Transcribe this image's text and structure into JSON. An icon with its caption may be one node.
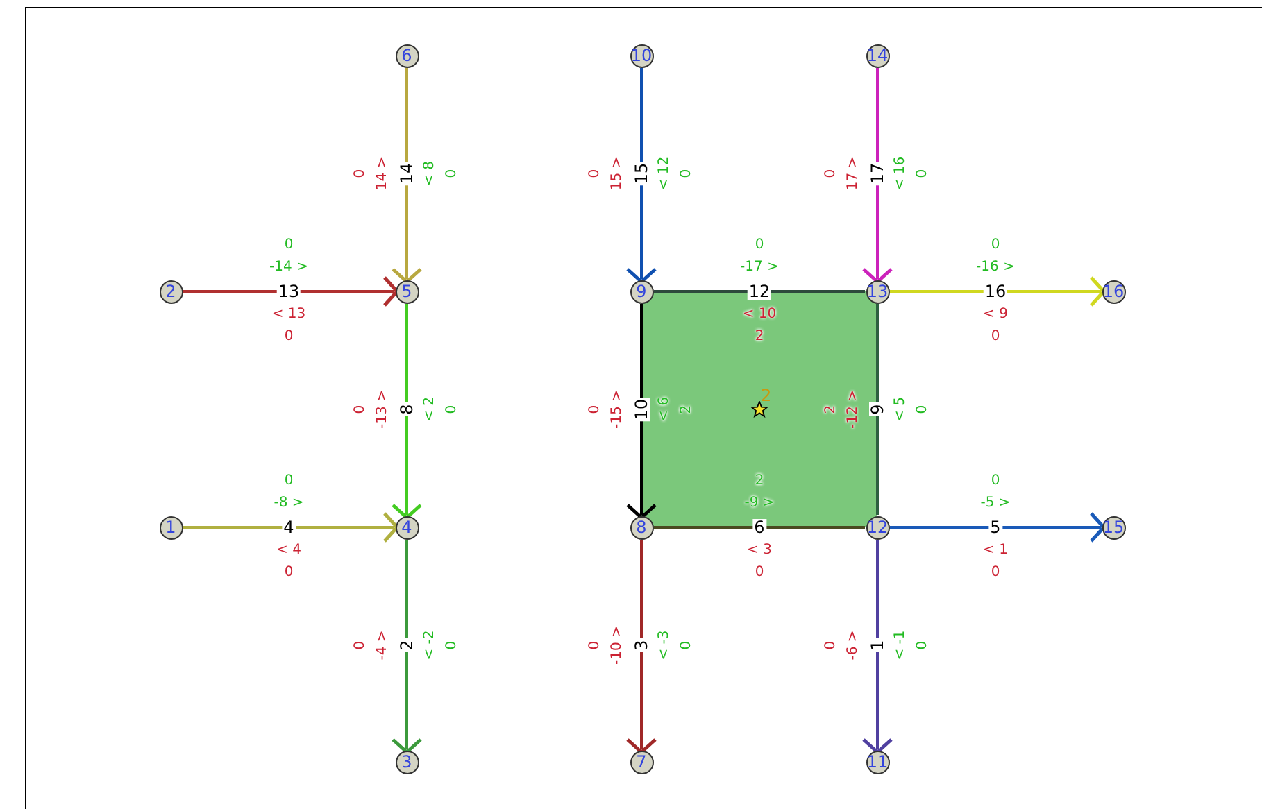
{
  "diagram": {
    "nodes": [
      {
        "text": [
          "1"
        ]
      },
      {
        "text": [
          "2"
        ]
      },
      {
        "text": [
          "3"
        ]
      },
      {
        "text": [
          "4"
        ]
      },
      {
        "text": [
          "5"
        ]
      },
      {
        "text": [
          "6"
        ]
      },
      {
        "text": [
          "7"
        ]
      },
      {
        "text": [
          "8"
        ]
      },
      {
        "text": [
          "9"
        ]
      },
      {
        "text": [
          "10"
        ]
      },
      {
        "text": [
          "11"
        ]
      },
      {
        "text": [
          "12"
        ]
      },
      {
        "text": [
          "13"
        ]
      },
      {
        "text": [
          "14"
        ]
      },
      {
        "text": [
          "15"
        ]
      },
      {
        "text": [
          "16"
        ]
      },
      {
        "text": [
          "2"
        ]
      }
    ],
    "edges": [
      {
        "from": 1,
        "to": 4,
        "arrow": "to",
        "label": "13",
        "color": "#b03030"
      },
      {
        "from": 5,
        "to": 4,
        "arrow": "to",
        "label": "14",
        "color": "#b8a840"
      },
      {
        "from": 4,
        "to": 3,
        "arrow": "to",
        "label": "8",
        "color": "#44cc22"
      },
      {
        "from": 0,
        "to": 3,
        "arrow": "to",
        "label": "4",
        "color": "#b0b040"
      },
      {
        "from": 3,
        "to": 2,
        "arrow": "to",
        "label": "2",
        "color": "#3c9a3c"
      },
      {
        "from": 9,
        "to": 8,
        "arrow": "to",
        "label": "15",
        "color": "#1050b0"
      },
      {
        "from": 13,
        "to": 12,
        "arrow": "to",
        "label": "17",
        "color": "#cc22bb"
      },
      {
        "from": 8,
        "to": 12,
        "arrow": "none",
        "label": "12",
        "color": "#2d4a3c"
      },
      {
        "from": 12,
        "to": 15,
        "arrow": "to",
        "label": "16",
        "color": "#d0d820"
      },
      {
        "from": 8,
        "to": 7,
        "arrow": "to",
        "label": "10",
        "color": "#000000"
      },
      {
        "from": 12,
        "to": 11,
        "arrow": "none",
        "label": "9",
        "color": "#2d6040"
      },
      {
        "from": 7,
        "to": 11,
        "arrow": "none",
        "label": "6",
        "color": "#4a4a20"
      },
      {
        "from": 11,
        "to": 14,
        "arrow": "to",
        "label": "5",
        "color": "#1a5ab8"
      },
      {
        "from": 7,
        "to": 6,
        "arrow": "to",
        "label": "3",
        "color": "#a02828"
      },
      {
        "from": 11,
        "to": 10,
        "arrow": "to",
        "label": "1",
        "color": "#5040a0"
      }
    ],
    "labels": [
      "0",
      "-14 >",
      "< 13",
      "0",
      "0",
      "14 >",
      "< 8",
      "0",
      "0",
      "-13 >",
      "< 2",
      "0",
      "0",
      "-8 >",
      "< 4",
      "0",
      "0",
      "-4 >",
      "< -2",
      "0",
      "0",
      "15 >",
      "< 12",
      "0",
      "0",
      "17 >",
      "< 16",
      "0",
      "0",
      "-17 >",
      "< 10",
      "2",
      "0",
      "-16 >",
      "< 9",
      "0",
      "0",
      "-15 >",
      "< 6",
      "2",
      "2",
      "-12 >",
      "< 5",
      "0",
      "2",
      "-9 >",
      "< 3",
      "0",
      "0",
      "-5 >",
      "< 1",
      "0",
      "0",
      "-10 >",
      "< -3",
      "0",
      "0",
      "-6 >",
      "< -1",
      "0"
    ]
  }
}
